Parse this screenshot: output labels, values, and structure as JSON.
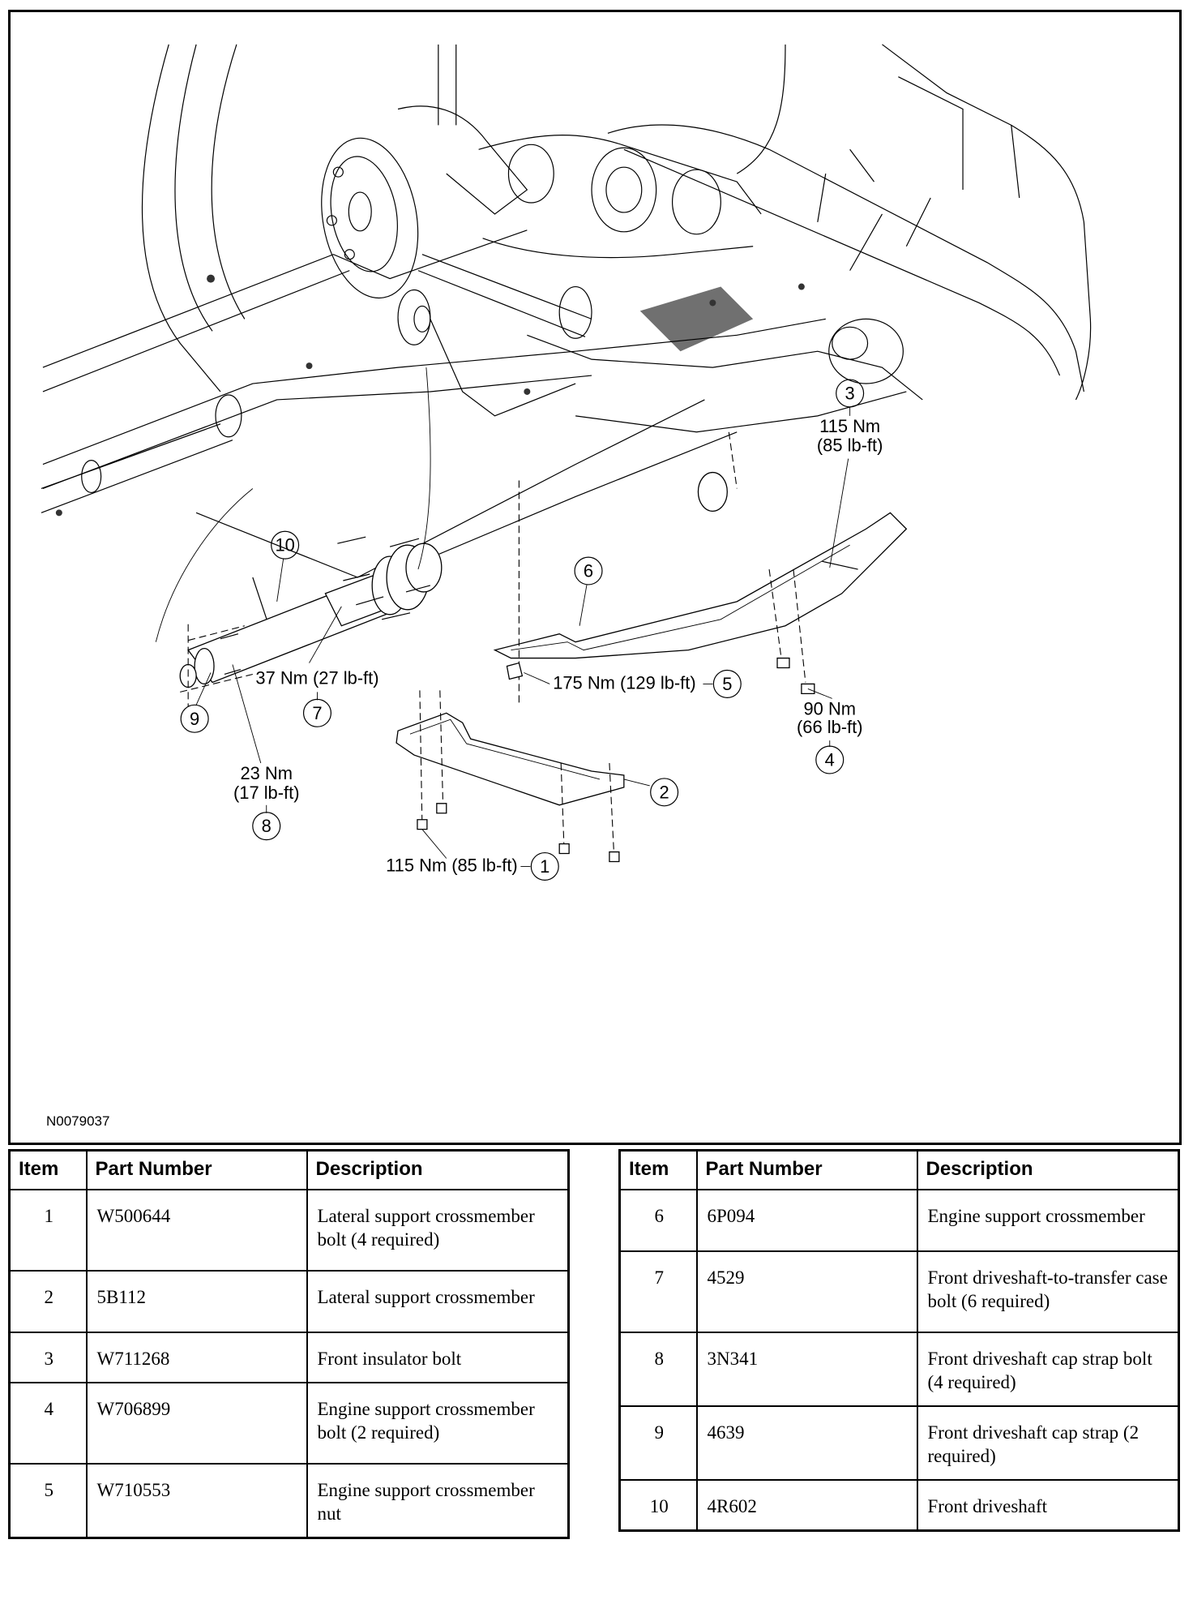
{
  "diagram": {
    "drawing_id": "N0079037",
    "callouts": [
      {
        "item": "1",
        "torque": "115 Nm (85 lb-ft)"
      },
      {
        "item": "2",
        "torque": ""
      },
      {
        "item": "3",
        "torque_nm": "115 Nm",
        "torque_lbft": "(85 lb-ft)"
      },
      {
        "item": "4",
        "torque_nm": "90 Nm",
        "torque_lbft": "(66 lb-ft)"
      },
      {
        "item": "5",
        "torque": "175 Nm (129 lb-ft)"
      },
      {
        "item": "6",
        "torque": ""
      },
      {
        "item": "7",
        "torque": "37 Nm (27 lb-ft)"
      },
      {
        "item": "8",
        "torque_nm": "23 Nm",
        "torque_lbft": "(17 lb-ft)"
      },
      {
        "item": "9",
        "torque": ""
      },
      {
        "item": "10",
        "torque": ""
      }
    ]
  },
  "tables": {
    "headers": {
      "item": "Item",
      "part_number": "Part Number",
      "description": "Description"
    },
    "left": [
      {
        "item": "1",
        "part_number": "W500644",
        "description": "Lateral support crossmember bolt (4 required)"
      },
      {
        "item": "2",
        "part_number": "5B112",
        "description": "Lateral support crossmember"
      },
      {
        "item": "3",
        "part_number": "W711268",
        "description": "Front insulator bolt"
      },
      {
        "item": "4",
        "part_number": "W706899",
        "description": "Engine support crossmember bolt (2 required)"
      },
      {
        "item": "5",
        "part_number": "W710553",
        "description": "Engine support crossmember nut"
      }
    ],
    "right": [
      {
        "item": "6",
        "part_number": "6P094",
        "description": "Engine support crossmember"
      },
      {
        "item": "7",
        "part_number": "4529",
        "description": "Front driveshaft-to-transfer case bolt (6 required)"
      },
      {
        "item": "8",
        "part_number": "3N341",
        "description": "Front driveshaft cap strap bolt (4 required)"
      },
      {
        "item": "9",
        "part_number": "4639",
        "description": "Front driveshaft cap strap (2 required)"
      },
      {
        "item": "10",
        "part_number": "4R602",
        "description": "Front driveshaft"
      }
    ]
  }
}
